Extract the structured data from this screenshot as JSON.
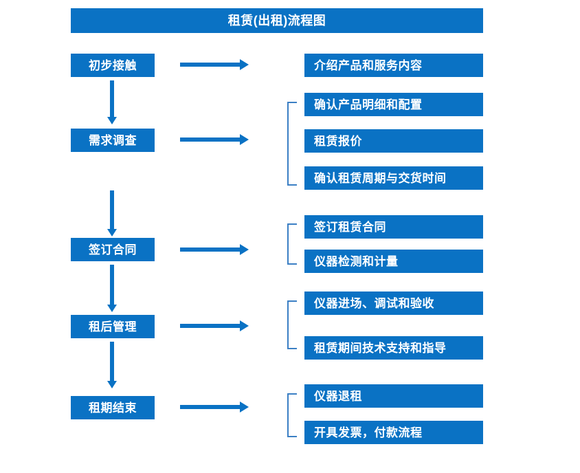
{
  "diagram": {
    "title": "租赁(出租)流程图",
    "colors": {
      "box_fill": "#0a72c4",
      "box_text": "#ffffff",
      "arrow": "#0a72c4",
      "bracket": "#3b7fc4",
      "background": "#ffffff"
    },
    "stages": [
      {
        "id": "stage-1",
        "label": "初步接触",
        "arrow_label": "arrow-right",
        "details": [
          "介绍产品和服务内容"
        ],
        "bracketed": false
      },
      {
        "id": "stage-2",
        "label": "需求调查",
        "arrow_label": "arrow-right",
        "details": [
          "确认产品明细和配置",
          "租赁报价",
          "确认租赁周期与交货时间"
        ],
        "bracketed": true
      },
      {
        "id": "stage-3",
        "label": "签订合同",
        "arrow_label": "arrow-right",
        "details": [
          "签订租赁合同",
          "仪器检测和计量"
        ],
        "bracketed": true
      },
      {
        "id": "stage-4",
        "label": "租后管理",
        "arrow_label": "arrow-right",
        "details": [
          "仪器进场、调试和验收",
          "租赁期间技术支持和指导"
        ],
        "bracketed": true
      },
      {
        "id": "stage-5",
        "label": "租期结束",
        "arrow_label": "arrow-right",
        "details": [
          "仪器退租",
          "开具发票，付款流程"
        ],
        "bracketed": true
      }
    ]
  }
}
